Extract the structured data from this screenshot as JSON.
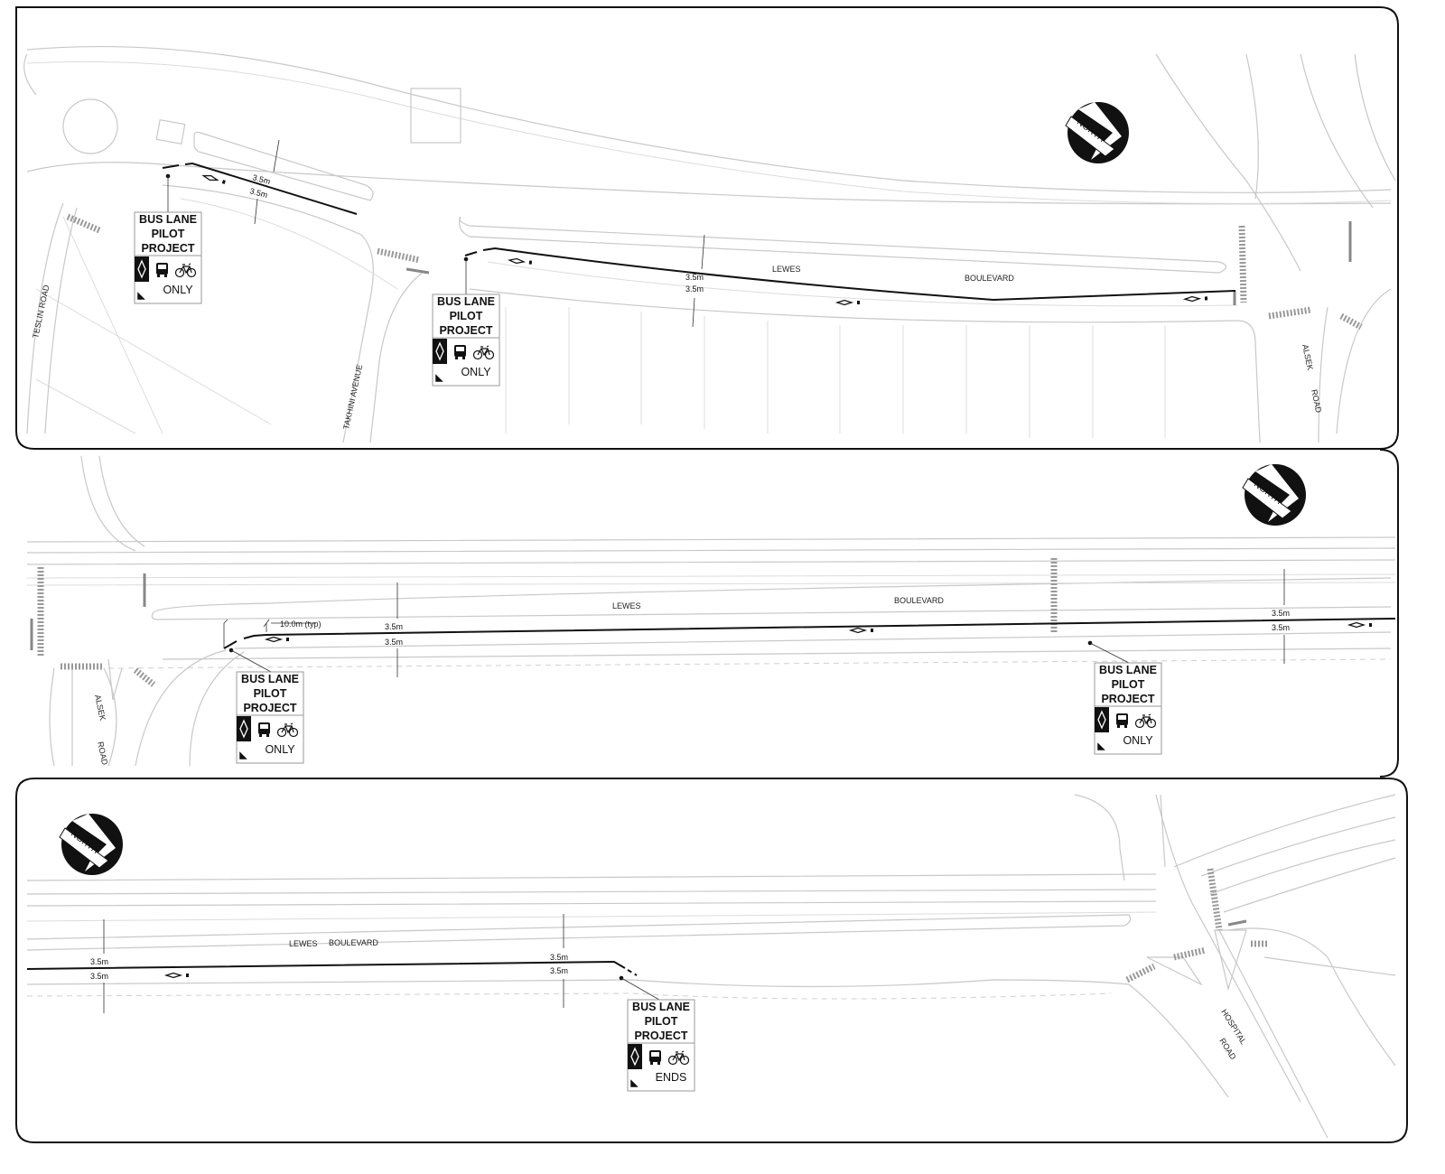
{
  "north_label": "NORTH",
  "sign_title": [
    "BUS LANE",
    "PILOT",
    "PROJECT"
  ],
  "panel1": {
    "roads": {
      "teslin": "TESLIN ROAD",
      "takhini": "TAKHINI AVENUE",
      "lewes": "LEWES",
      "boulevard": "BOULEVARD",
      "alsek": "ALSEK",
      "alsek_road": "ROAD"
    },
    "dims": [
      "3.5m",
      "3.5m",
      "3.5m",
      "3.5m"
    ],
    "signs": [
      {
        "word": "ONLY"
      },
      {
        "word": "ONLY"
      }
    ]
  },
  "panel2": {
    "roads": {
      "lewes": "LEWES",
      "boulevard": "BOULEVARD",
      "alsek": "ALSEK",
      "alsek_road": "ROAD"
    },
    "typ_note": "10.0m (typ)",
    "dims": [
      "3.5m",
      "3.5m",
      "3.5m",
      "3.5m"
    ],
    "signs": [
      {
        "word": "ONLY"
      },
      {
        "word": "ONLY"
      }
    ]
  },
  "panel3": {
    "roads": {
      "lewes": "LEWES",
      "boulevard": "BOULEVARD",
      "hospital": "HOSPITAL",
      "hospital_road": "ROAD"
    },
    "dims": [
      "3.5m",
      "3.5m",
      "3.5m",
      "3.5m"
    ],
    "signs": [
      {
        "word": "ENDS"
      }
    ]
  }
}
